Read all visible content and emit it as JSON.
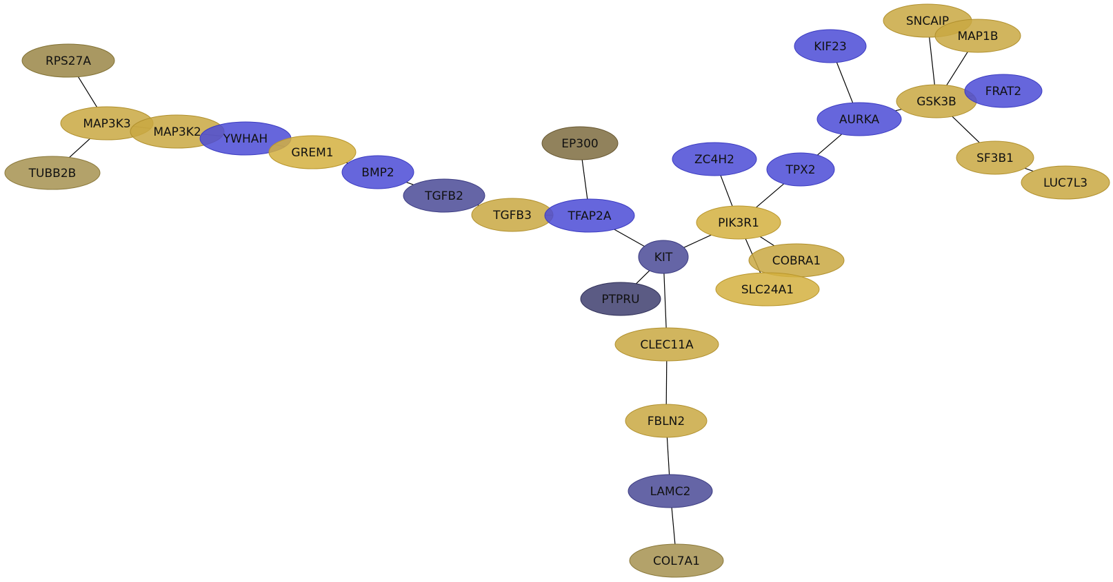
{
  "colors": {
    "blue": "#4b4bd6",
    "blue_stroke": "#3a3ac0",
    "slate": "#4a4a96",
    "slate_stroke": "#3a3a80",
    "navy": "#3e3e6e",
    "navy_stroke": "#2e2e56",
    "gold": "#c9a842",
    "gold_stroke": "#b08f2c",
    "yellow": "#d4b040",
    "yellow_stroke": "#b8952a",
    "olive": "#9a8646",
    "olive_stroke": "#807032",
    "khaki": "#a69250",
    "khaki_stroke": "#8a783a",
    "darkolive": "#7e6c40",
    "darkolive_stroke": "#665630"
  },
  "nodes": [
    {
      "id": "RPS27A",
      "label": "RPS27A",
      "color": "olive"
    },
    {
      "id": "MAP3K3",
      "label": "MAP3K3",
      "color": "gold"
    },
    {
      "id": "TUBB2B",
      "label": "TUBB2B",
      "color": "khaki"
    },
    {
      "id": "MAP3K2",
      "label": "MAP3K2",
      "color": "gold"
    },
    {
      "id": "YWHAH",
      "label": "YWHAH",
      "color": "blue"
    },
    {
      "id": "GREM1",
      "label": "GREM1",
      "color": "yellow"
    },
    {
      "id": "BMP2",
      "label": "BMP2",
      "color": "blue"
    },
    {
      "id": "TGFB2",
      "label": "TGFB2",
      "color": "slate"
    },
    {
      "id": "TGFB3",
      "label": "TGFB3",
      "color": "gold"
    },
    {
      "id": "EP300",
      "label": "EP300",
      "color": "darkolive"
    },
    {
      "id": "TFAP2A",
      "label": "TFAP2A",
      "color": "blue"
    },
    {
      "id": "KIT",
      "label": "KIT",
      "color": "slate"
    },
    {
      "id": "PTPRU",
      "label": "PTPRU",
      "color": "navy"
    },
    {
      "id": "CLEC11A",
      "label": "CLEC11A",
      "color": "gold"
    },
    {
      "id": "FBLN2",
      "label": "FBLN2",
      "color": "gold"
    },
    {
      "id": "LAMC2",
      "label": "LAMC2",
      "color": "slate"
    },
    {
      "id": "COL7A1",
      "label": "COL7A1",
      "color": "khaki"
    },
    {
      "id": "ZC4H2",
      "label": "ZC4H2",
      "color": "blue"
    },
    {
      "id": "PIK3R1",
      "label": "PIK3R1",
      "color": "yellow"
    },
    {
      "id": "COBRA1",
      "label": "COBRA1",
      "color": "gold"
    },
    {
      "id": "SLC24A1",
      "label": "SLC24A1",
      "color": "yellow"
    },
    {
      "id": "TPX2",
      "label": "TPX2",
      "color": "blue"
    },
    {
      "id": "AURKA",
      "label": "AURKA",
      "color": "blue"
    },
    {
      "id": "KIF23",
      "label": "KIF23",
      "color": "blue"
    },
    {
      "id": "GSK3B",
      "label": "GSK3B",
      "color": "gold"
    },
    {
      "id": "SNCAIP",
      "label": "SNCAIP",
      "color": "gold"
    },
    {
      "id": "MAP1B",
      "label": "MAP1B",
      "color": "gold"
    },
    {
      "id": "FRAT2",
      "label": "FRAT2",
      "color": "blue"
    },
    {
      "id": "SF3B1",
      "label": "SF3B1",
      "color": "gold"
    },
    {
      "id": "LUC7L3",
      "label": "LUC7L3",
      "color": "gold"
    }
  ],
  "edges": [
    [
      "RPS27A",
      "MAP3K3"
    ],
    [
      "MAP3K3",
      "TUBB2B"
    ],
    [
      "MAP3K3",
      "MAP3K2"
    ],
    [
      "MAP3K2",
      "YWHAH"
    ],
    [
      "YWHAH",
      "GREM1"
    ],
    [
      "GREM1",
      "BMP2"
    ],
    [
      "BMP2",
      "TGFB2"
    ],
    [
      "TGFB2",
      "TGFB3"
    ],
    [
      "TGFB3",
      "TFAP2A"
    ],
    [
      "EP300",
      "TFAP2A"
    ],
    [
      "TFAP2A",
      "KIT"
    ],
    [
      "KIT",
      "PTPRU"
    ],
    [
      "KIT",
      "CLEC11A"
    ],
    [
      "CLEC11A",
      "FBLN2"
    ],
    [
      "FBLN2",
      "LAMC2"
    ],
    [
      "LAMC2",
      "COL7A1"
    ],
    [
      "KIT",
      "PIK3R1"
    ],
    [
      "ZC4H2",
      "PIK3R1"
    ],
    [
      "PIK3R1",
      "COBRA1"
    ],
    [
      "PIK3R1",
      "SLC24A1"
    ],
    [
      "PIK3R1",
      "TPX2"
    ],
    [
      "TPX2",
      "AURKA"
    ],
    [
      "KIF23",
      "AURKA"
    ],
    [
      "AURKA",
      "GSK3B"
    ],
    [
      "GSK3B",
      "SNCAIP"
    ],
    [
      "GSK3B",
      "MAP1B"
    ],
    [
      "GSK3B",
      "FRAT2"
    ],
    [
      "GSK3B",
      "SF3B1"
    ],
    [
      "SF3B1",
      "LUC7L3"
    ]
  ]
}
